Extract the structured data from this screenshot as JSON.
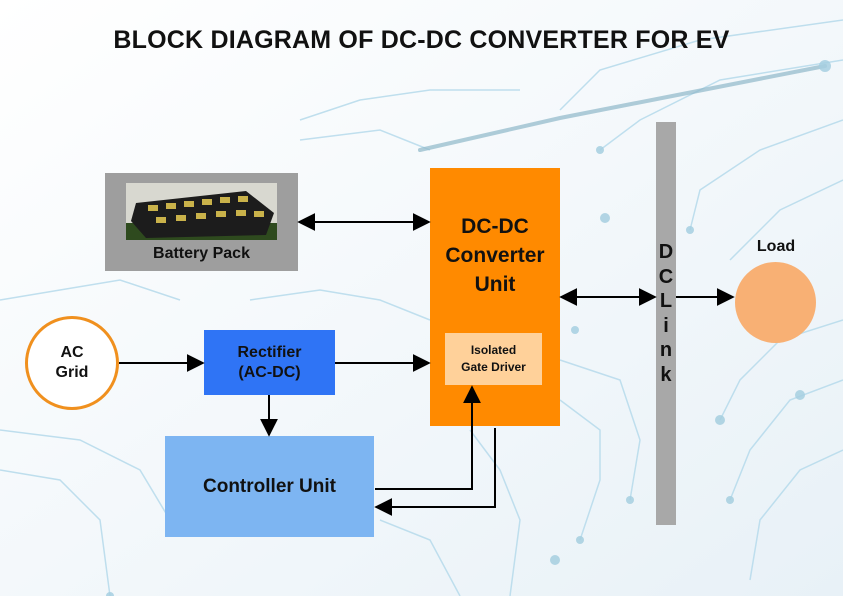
{
  "title": "BLOCK DIAGRAM OF DC-DC CONVERTER FOR EV",
  "blocks": {
    "battery_pack": "Battery Pack",
    "dcdc_unit": "DC-DC\nConverter\nUnit",
    "gate_driver": "Isolated\nGate Driver",
    "rectifier": "Rectifier\n(AC-DC)",
    "controller": "Controller Unit",
    "ac_grid": "AC\nGrid",
    "dc_link": [
      "D",
      "C",
      "L",
      "i",
      "n",
      "k"
    ],
    "load": "Load"
  },
  "colors": {
    "dcdc": "#ff8a00",
    "gate_driver": "#ffd19a",
    "rectifier": "#2f74f5",
    "controller": "#7db5f2",
    "battery": "#9e9e9e",
    "dc_link": "#a8a8a8",
    "load": "#f8b074",
    "ac_grid_ring": "#f0901e"
  }
}
